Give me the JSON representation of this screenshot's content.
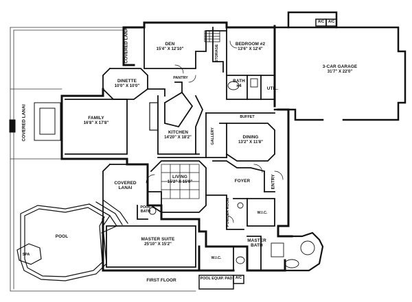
{
  "rooms": {
    "covered_lanai_top": {
      "name": "COVERED LANAI"
    },
    "den": {
      "name": "DEN",
      "dim": "15'4\" X 12'10\""
    },
    "bedroom2": {
      "name": "BEDROOM #2",
      "dim": "13'6\" X 12'4\""
    },
    "garage": {
      "name": "3-CAR GARAGE",
      "dim": "31'7\" X 22'0\""
    },
    "dinette": {
      "name": "DINETTE",
      "dim": "10'0\" X 10'0\""
    },
    "pantry": {
      "name": "PANTRY"
    },
    "storage": {
      "name": "STORAGE"
    },
    "bath4": {
      "name": "BATH",
      "sub": "#4"
    },
    "util": {
      "name": "UTIL."
    },
    "family": {
      "name": "FAMILY",
      "dim": "16'8\" X 17'8\""
    },
    "covered_lanai_left": {
      "name": "COVERED LANAI"
    },
    "buffet": {
      "name": "BUFFET"
    },
    "kitchen": {
      "name": "KITCHEN",
      "dim": "14'20\" X 18'2\""
    },
    "gallery": {
      "name": "GALLERY"
    },
    "dining": {
      "name": "DINING",
      "dim": "13'2\" X 11'8\""
    },
    "living": {
      "name": "LIVING",
      "dim": "15'2\" X 15'0\""
    },
    "foyer": {
      "name": "FOYER"
    },
    "entry": {
      "name": "ENTRY"
    },
    "covered_lanai_mid": {
      "name": "COVERED LANAI"
    },
    "pool_bath": {
      "name": "POOL BATH"
    },
    "powder_room": {
      "name": "POWDER ROOM"
    },
    "wic1": {
      "name": "W.I.C."
    },
    "pool": {
      "name": "POOL"
    },
    "master_suite": {
      "name": "MASTER SUITE",
      "dim": "25'10\" X 15'2\""
    },
    "master_bath": {
      "name": "MASTER BATH"
    },
    "spa": {
      "name": "SPA"
    },
    "wic2": {
      "name": "W.I.C."
    },
    "pool_equip": {
      "name": "POOL EQUIP. PAD"
    }
  },
  "ac_labels": [
    "A/C",
    "A/C",
    "A/C"
  ],
  "floor_title": "FIRST FLOOR"
}
